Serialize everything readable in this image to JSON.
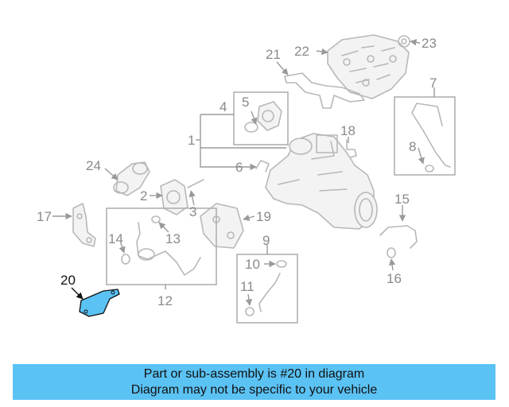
{
  "highlighted_part": "20",
  "highlight_color": "#5bc2f4",
  "callouts": {
    "n1": "1",
    "n2": "2",
    "n3": "3",
    "n4": "4",
    "n5": "5",
    "n6": "6",
    "n7": "7",
    "n8": "8",
    "n9": "9",
    "n10": "10",
    "n11": "11",
    "n12": "12",
    "n13": "13",
    "n14": "14",
    "n15": "15",
    "n16": "16",
    "n17": "17",
    "n18": "18",
    "n19": "19",
    "n20": "20",
    "n21": "21",
    "n22": "22",
    "n23": "23",
    "n24": "24"
  },
  "caption": {
    "line1": "Part or sub-assembly is #20 in diagram",
    "line2": "Diagram may not be specific to your vehicle"
  }
}
